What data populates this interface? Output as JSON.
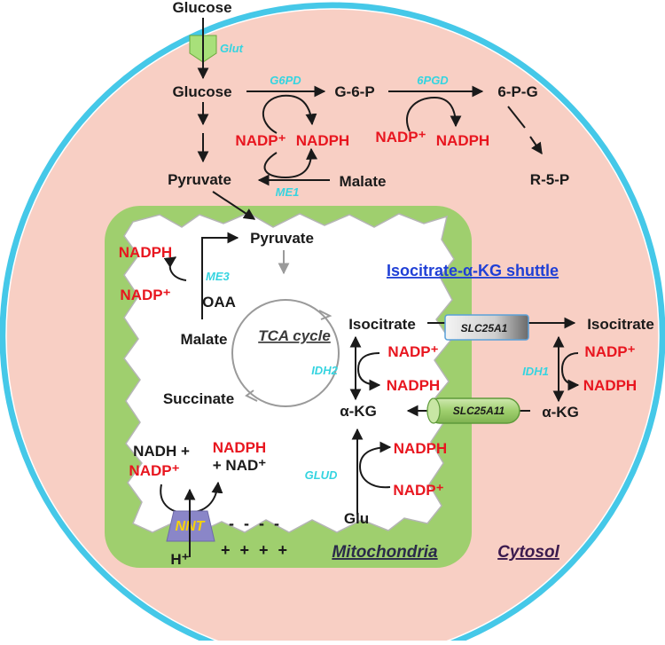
{
  "metabolites": {
    "glucose_out": "Glucose",
    "glucose_in": "Glucose",
    "g6p": "G-6-P",
    "sixpg": "6-P-G",
    "r5p": "R-5-P",
    "pyruvate_cyto": "Pyruvate",
    "malate_cyto": "Malate",
    "pyruvate_mito": "Pyruvate",
    "oaa": "OAA",
    "malate_mito": "Malate",
    "succinate": "Succinate",
    "isocitrate_mito": "Isocitrate",
    "akg_mito": "α-KG",
    "isocitrate_cyto": "Isocitrate",
    "akg_cyto": "α-KG",
    "glu": "Glu",
    "nadh_plus": "NADH +",
    "plus_nad": "+ NAD⁺",
    "h_plus": "H⁺"
  },
  "cofactors": {
    "g6pd_nadp": "NADP⁺",
    "g6pd_nadph": "NADPH",
    "pgd_nadp": "NADP⁺",
    "pgd_nadph": "NADPH",
    "me3_nadph": "NADPH",
    "me3_nadp": "NADP⁺",
    "idh2_nadp": "NADP⁺",
    "idh2_nadph": "NADPH",
    "idh1_nadp": "NADP⁺",
    "idh1_nadph": "NADPH",
    "glud_nadph": "NADPH",
    "glud_nadp": "NADP⁺",
    "nnt_nadp": "NADP⁺",
    "nnt_nadph": "NADPH"
  },
  "enzymes": {
    "glut": "Glut",
    "g6pd": "G6PD",
    "pgd": "6PGD",
    "me1": "ME1",
    "me3": "ME3",
    "idh2": "IDH2",
    "idh1": "IDH1",
    "glud": "GLUD",
    "nnt": "NNT"
  },
  "transporters": {
    "slc25a1": "SLC25A1",
    "slc25a11": "SLC25A11"
  },
  "labels": {
    "tca_cycle": "TCA cycle",
    "shuttle": "Isocitrate-α-KG shuttle",
    "mitochondria": "Mitochondria",
    "cytosol": "Cytosol",
    "membrane_minus": "- - - -",
    "membrane_plus": "+ + + +"
  },
  "colors": {
    "cell_fill": "#f8cfc4",
    "cell_border": "#45c8e8",
    "mito_fill": "#9fcf6e",
    "matrix_fill": "#ffffff",
    "cofactor_red": "#e8161f",
    "enzyme_cyan": "#35d4e0",
    "shuttle_blue": "#1f3fd6",
    "mito_label": "#2a2a4a",
    "cytosol_label": "#3b1a4e"
  }
}
